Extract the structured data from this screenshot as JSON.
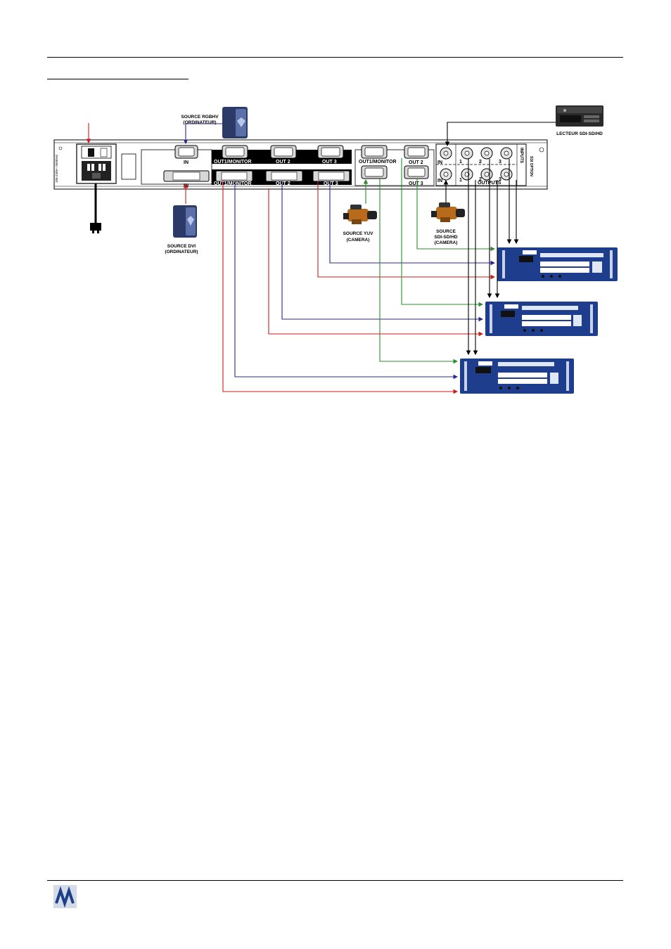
{
  "diagram": {
    "sources": {
      "rgbhv": "SOURCE RGBHV",
      "rgbhv_sub": "(ORDINATEUR)",
      "dvi": "SOURCE DVI",
      "dvi_sub": "(ORDINATEUR)",
      "yuv": "SOURCE YUV",
      "yuv_sub": "(CAMERA)",
      "sdi": "SOURCE",
      "sdi_l2": "SDI-SD/HD",
      "sdi_sub": "(CAMERA)",
      "player": "LECTEUR SDI-SD/HD"
    },
    "panel": {
      "in_label": "IN",
      "out1": "OUT1/MONITOR",
      "out2": "OUT 2",
      "out3": "OUT 3",
      "outputs": "OUTPUTS",
      "inputs": "INPUTS",
      "num1": "1",
      "num2": "2",
      "num3": "3",
      "sdi_label": "SDI OPTION",
      "power_label": "100-240V~ 50/60Hz"
    },
    "colors": {
      "red": "#d01a1a",
      "blue": "#28288c",
      "green": "#2c8c2c",
      "black": "#000000",
      "device_blue": "#1e3d8c"
    }
  }
}
